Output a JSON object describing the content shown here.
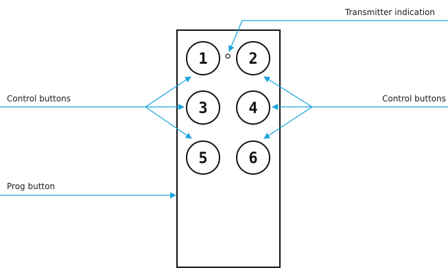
{
  "labels": {
    "transmitter_indication": "Transmitter indication",
    "control_buttons_left": "Control buttons",
    "control_buttons_right": "Control buttons",
    "prog_button": "Prog button"
  },
  "remote": {
    "buttons": [
      {
        "id": "1",
        "label": "1"
      },
      {
        "id": "2",
        "label": "2"
      },
      {
        "id": "3",
        "label": "3"
      },
      {
        "id": "4",
        "label": "4"
      },
      {
        "id": "5",
        "label": "5"
      },
      {
        "id": "6",
        "label": "6"
      }
    ]
  },
  "colors": {
    "leader_line": "#1ba3dc",
    "outline": "#111111"
  }
}
